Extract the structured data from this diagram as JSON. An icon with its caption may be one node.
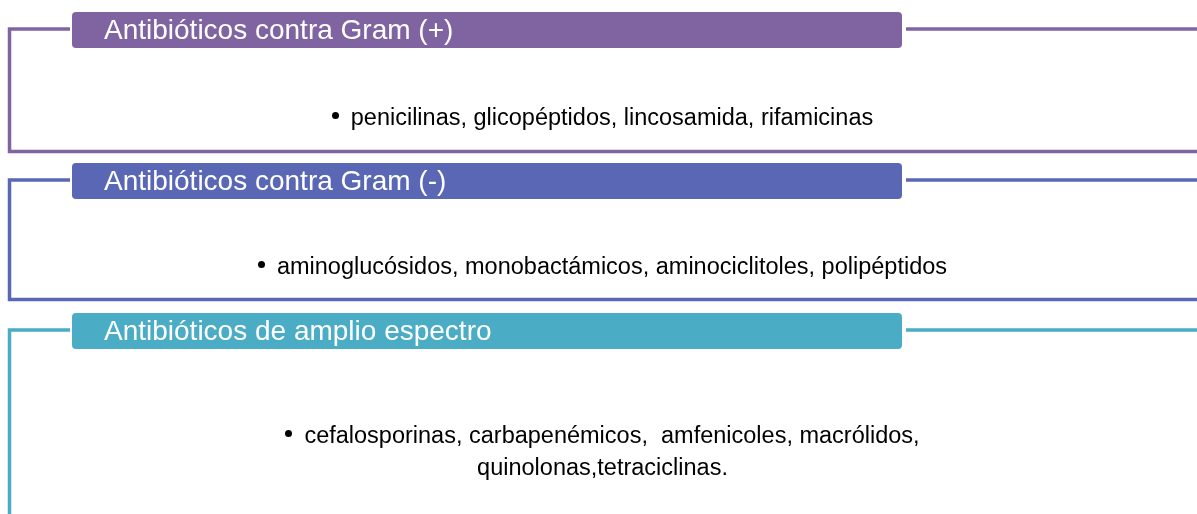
{
  "diagram": {
    "nodes": [
      {
        "text": [
          "Antibióticos contra Gram (+)",
          "penicilinas, glicopéptidos, lincosamida, rifamicinas"
        ]
      },
      {
        "text": [
          "Antibióticos contra Gram (-)",
          "aminoglucósidos, monobactámicos, aminociclitoles, polipéptidos"
        ]
      },
      {
        "text": [
          "Antibióticos de amplio espectro",
          "cefalosporinas, carbapenémicos,  amfenicoles, macrólidos, quinolonas,tetraciclinas."
        ]
      }
    ]
  }
}
